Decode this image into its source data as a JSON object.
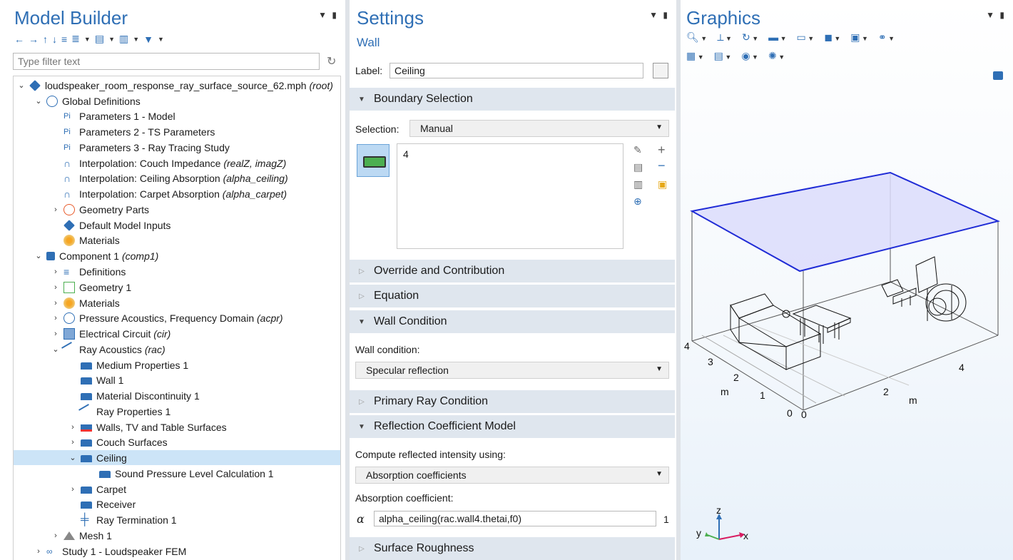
{
  "model_builder": {
    "title": "Model Builder",
    "toolbar": [
      "←",
      "→",
      "↑",
      "↓",
      "≡",
      "≣",
      "▤",
      "▥",
      "▼"
    ],
    "filter_placeholder": "Type filter text",
    "tree": [
      {
        "label": "loudspeaker_room_response_ray_surface_source_62.mph",
        "tag": "(root)"
      },
      {
        "label": "Global Definitions"
      },
      {
        "label": "Parameters 1 - Model"
      },
      {
        "label": "Parameters 2 - TS Parameters"
      },
      {
        "label": "Parameters 3 - Ray Tracing Study"
      },
      {
        "label": "Interpolation: Couch Impedance",
        "tag": "(realZ, imagZ)"
      },
      {
        "label": "Interpolation: Ceiling Absorption",
        "tag": "(alpha_ceiling)"
      },
      {
        "label": "Interpolation: Carpet Absorption",
        "tag": "(alpha_carpet)"
      },
      {
        "label": "Geometry Parts"
      },
      {
        "label": "Default Model Inputs"
      },
      {
        "label": "Materials"
      },
      {
        "label": "Component 1",
        "tag": "(comp1)"
      },
      {
        "label": "Definitions"
      },
      {
        "label": "Geometry 1"
      },
      {
        "label": "Materials"
      },
      {
        "label": "Pressure Acoustics, Frequency Domain",
        "tag": "(acpr)"
      },
      {
        "label": "Electrical Circuit",
        "tag": "(cir)"
      },
      {
        "label": "Ray Acoustics",
        "tag": "(rac)"
      },
      {
        "label": "Medium Properties 1"
      },
      {
        "label": "Wall 1"
      },
      {
        "label": "Material Discontinuity 1"
      },
      {
        "label": "Ray Properties 1"
      },
      {
        "label": "Walls, TV and Table Surfaces"
      },
      {
        "label": "Couch Surfaces"
      },
      {
        "label": "Ceiling"
      },
      {
        "label": "Sound Pressure Level Calculation 1"
      },
      {
        "label": "Carpet"
      },
      {
        "label": "Receiver"
      },
      {
        "label": "Ray Termination 1"
      },
      {
        "label": "Mesh 1"
      },
      {
        "label": "Study 1 - Loudspeaker FEM"
      }
    ]
  },
  "settings": {
    "title": "Settings",
    "subtitle": "Wall",
    "label_caption": "Label:",
    "label_value": "Ceiling",
    "sections": {
      "boundary": "Boundary Selection",
      "override": "Override and Contribution",
      "equation": "Equation",
      "wall_condition": "Wall Condition",
      "primary_ray": "Primary Ray Condition",
      "reflection": "Reflection Coefficient Model",
      "roughness": "Surface Roughness"
    },
    "selection_caption": "Selection:",
    "selection_value": "Manual",
    "selection_list": "4",
    "wall_condition_caption": "Wall condition:",
    "wall_condition_value": "Specular reflection",
    "reflected_caption": "Compute reflected intensity using:",
    "reflected_value": "Absorption coefficients",
    "absorption_caption": "Absorption coefficient:",
    "alpha_symbol": "α",
    "absorption_expr": "alpha_ceiling(rac.wall4.thetai,f0)",
    "absorption_unit": "1"
  },
  "graphics": {
    "title": "Graphics",
    "axis_y_ticks": [
      "4",
      "3",
      "2",
      "1",
      "0"
    ],
    "axis_y_unit": "m",
    "axis_x_ticks": [
      "0",
      "2",
      "4"
    ],
    "axis_x_unit": "m",
    "triad": {
      "z": "z",
      "y": "y",
      "x": "x"
    }
  },
  "colors": {
    "accent": "#2f6fb5",
    "selected_row": "#cce4f7",
    "section_bg": "#dfe6ee",
    "ceiling_edge": "#1f2bd6"
  }
}
